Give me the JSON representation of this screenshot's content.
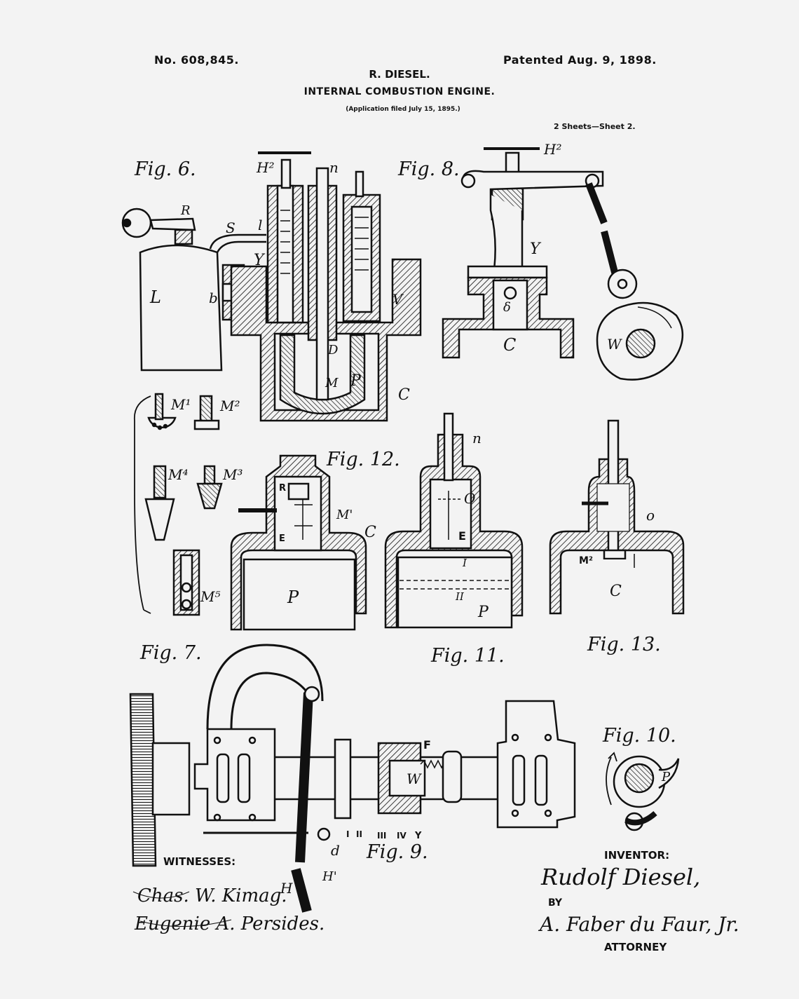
{
  "header": {
    "patent_number": "No. 608,845.",
    "patent_date": "Patented Aug. 9, 1898.",
    "inventor": "R. DIESEL.",
    "title": "INTERNAL COMBUSTION ENGINE.",
    "application": "(Application filed July 15, 1895.)",
    "sheets": "2 Sheets—Sheet 2."
  },
  "figures": {
    "fig6": "Fig. 6.",
    "fig7": "Fig. 7.",
    "fig8": "Fig. 8.",
    "fig9": "Fig. 9.",
    "fig10": "Fig. 10.",
    "fig11": "Fig. 11.",
    "fig12": "Fig. 12.",
    "fig13": "Fig. 13."
  },
  "part_labels": {
    "fig6": [
      "H²",
      "n",
      "R",
      "S",
      "l",
      "Y",
      "L",
      "b",
      "V",
      "D",
      "M",
      "P",
      "C"
    ],
    "fig7": [
      "M¹",
      "M²",
      "M⁴",
      "M³",
      "M⁵"
    ],
    "fig8": [
      "H²",
      "Y",
      "δ",
      "C",
      "W"
    ],
    "fig12": [
      "R",
      "E",
      "M'",
      "C",
      "P"
    ],
    "fig11": [
      "n",
      "O",
      "E",
      "I",
      "II",
      "P"
    ],
    "fig13": [
      "o",
      "M²",
      "C"
    ],
    "fig9": [
      "F",
      "W",
      "I",
      "II",
      "III",
      "IV",
      "Y",
      "d",
      "H",
      "H'"
    ],
    "fig10": [
      "P"
    ]
  },
  "footer": {
    "witnesses_label": "WITNESSES:",
    "witness_1": "Chas. W. Kimag.",
    "witness_2": "Eugenie A. Persides.",
    "inventor_label": "INVENTOR:",
    "inventor_signature": "Rudolf Diesel,",
    "by_label": "BY",
    "attorney_signature": "A. Faber du Faur, Jr.",
    "attorney_label": "ATTORNEY"
  },
  "colors": {
    "paper": "#f3f3f3",
    "ink": "#111111"
  }
}
